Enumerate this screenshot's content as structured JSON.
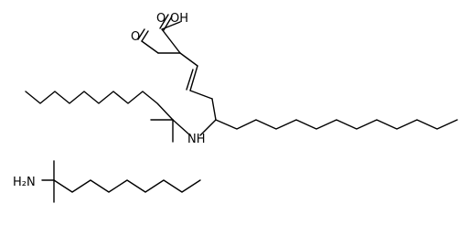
{
  "atom_labels": {
    "aldehyde_oxygen": "O",
    "hydroxyl": "OH",
    "carbonyl_oxygen": "O",
    "secondary_amine": "NH",
    "amine": "H₂N"
  },
  "colors": {
    "background": "#ffffff",
    "bonds": "#000000",
    "labels": "#000000"
  }
}
